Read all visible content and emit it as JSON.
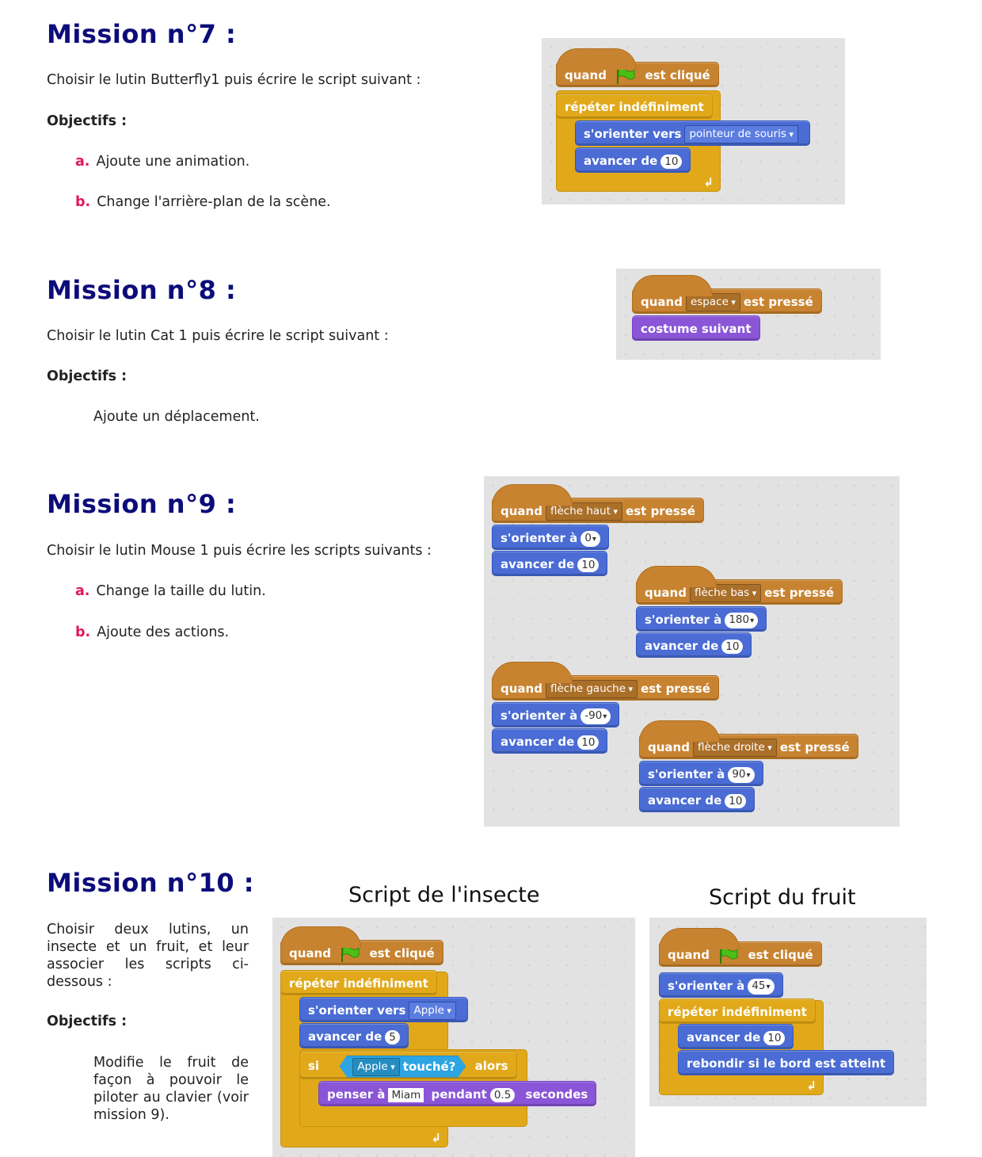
{
  "mission7": {
    "title": "Mission n°7 :",
    "intro": "Choisir le lutin Butterfly1 puis écrire le script suivant :",
    "objectives_label": "Objectifs :",
    "objectives": [
      {
        "letter": "a.",
        "text": "Ajoute une animation."
      },
      {
        "letter": "b.",
        "text": "Change l'arrière-plan de la scène."
      }
    ],
    "script": {
      "hat": {
        "quand": "quand",
        "est_clique": "est cliqué"
      },
      "repeat": "répéter indéfiniment",
      "orient": {
        "label": "s'orienter vers",
        "target": "pointeur de souris"
      },
      "move": {
        "label": "avancer de",
        "value": "10"
      }
    }
  },
  "mission8": {
    "title": "Mission n°8 :",
    "intro": "Choisir le lutin Cat 1 puis écrire le script suivant :",
    "objectives_label": "Objectifs :",
    "objective": "Ajoute un déplacement.",
    "script": {
      "hat": {
        "quand": "quand",
        "key": "espace",
        "est_presse": "est pressé"
      },
      "costume": "costume suivant"
    }
  },
  "mission9": {
    "title": "Mission n°9 :",
    "intro": "Choisir le lutin Mouse 1 puis écrire les scripts suivants :",
    "objectives": [
      {
        "letter": "a.",
        "text": "Change la taille du lutin."
      },
      {
        "letter": "b.",
        "text": "Ajoute des actions."
      }
    ],
    "scripts": [
      {
        "quand": "quand",
        "key": "flèche haut",
        "est_presse": "est pressé",
        "orient_label": "s'orienter à",
        "angle": "0",
        "move_label": "avancer de",
        "steps": "10"
      },
      {
        "quand": "quand",
        "key": "flèche bas",
        "est_presse": "est pressé",
        "orient_label": "s'orienter à",
        "angle": "180",
        "move_label": "avancer de",
        "steps": "10"
      },
      {
        "quand": "quand",
        "key": "flèche gauche",
        "est_presse": "est pressé",
        "orient_label": "s'orienter à",
        "angle": "-90",
        "move_label": "avancer de",
        "steps": "10"
      },
      {
        "quand": "quand",
        "key": "flèche droite",
        "est_presse": "est pressé",
        "orient_label": "s'orienter à",
        "angle": "90",
        "move_label": "avancer de",
        "steps": "10"
      }
    ]
  },
  "mission10": {
    "title": "Mission n°10 :",
    "intro": "Choisir deux lutins, un insecte et un fruit, et leur associer les scripts ci-dessous :",
    "objectives_label": "Objectifs :",
    "objective": "Modifie le fruit de façon à pouvoir le piloter au clavier (voir mission 9).",
    "insect": {
      "caption": "Script de l'insecte",
      "quand": "quand",
      "est_clique": "est cliqué",
      "repeat": "répéter indéfiniment",
      "orient_label": "s'orienter vers",
      "orient_target": "Apple",
      "move_label": "avancer de",
      "move_value": "5",
      "if_label": "si",
      "touch_target": "Apple",
      "touched": "touché?",
      "then": "alors",
      "think_label": "penser à",
      "think_text": "Miam",
      "during": "pendant",
      "seconds_value": "0.5",
      "seconds": "secondes"
    },
    "fruit": {
      "caption": "Script du fruit",
      "quand": "quand",
      "est_clique": "est cliqué",
      "orient_label": "s'orienter à",
      "angle": "45",
      "repeat": "répéter indéfiniment",
      "move_label": "avancer de",
      "move_value": "10",
      "bounce": "rebondir si le bord est atteint"
    }
  },
  "colors": {
    "title": "#0c0c7a",
    "letter": "#e0185a",
    "motion": "#4a6cd4",
    "control": "#e1a91a",
    "events": "#c88330",
    "looks": "#8a55d7",
    "sensing": "#2ca5e2"
  }
}
